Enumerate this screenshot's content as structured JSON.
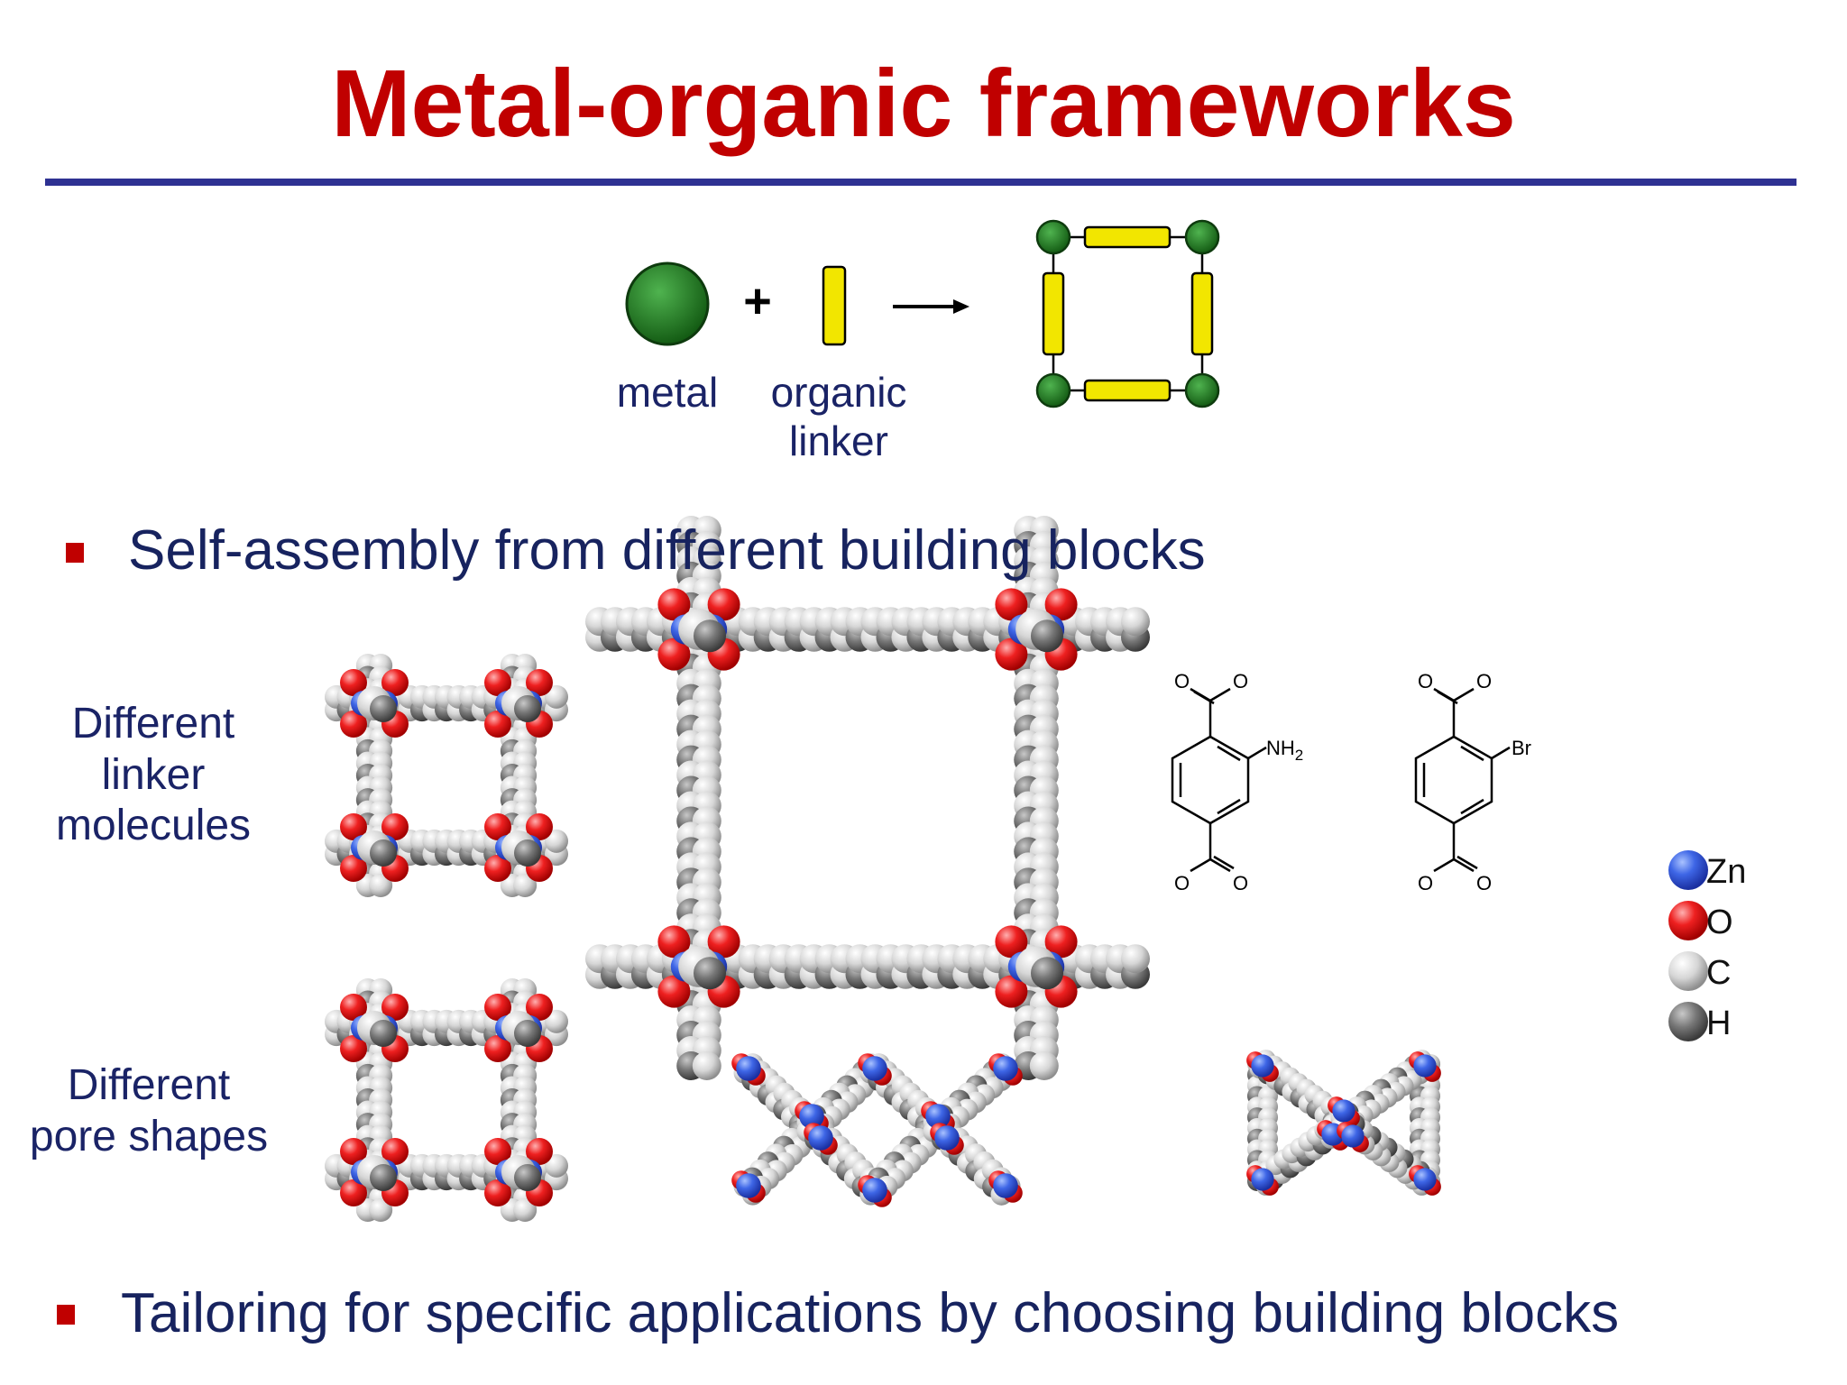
{
  "slide": {
    "title": "Metal-organic frameworks"
  },
  "scheme": {
    "metal_label": "metal",
    "linker_label_line1": "organic",
    "linker_label_line2": "linker",
    "plus": "+",
    "arrow": "→"
  },
  "bullets": [
    {
      "text": "Self-assembly from different building blocks"
    },
    {
      "text": "Tailoring for specific applications by choosing building blocks"
    }
  ],
  "rows": {
    "linker_label": [
      "Different",
      "linker",
      "molecules"
    ],
    "pore_label": [
      "Different",
      "pore shapes"
    ]
  },
  "chemistry": {
    "o_label": "O",
    "nh2_label": "NH",
    "nh2_sub": "2",
    "br_label": "Br"
  },
  "legend": {
    "items": [
      {
        "label": "Zn",
        "color": "#2f56d8"
      },
      {
        "label": "O",
        "color": "#e21a1a"
      },
      {
        "label": "C",
        "color": "#cfcfcf"
      },
      {
        "label": "H",
        "color": "#6e6e6e"
      }
    ]
  },
  "colors": {
    "title": "#c00000",
    "rule": "#2e3192",
    "text": "#1a2366",
    "metal": "#1f7a1f",
    "linker": "#f2e600"
  }
}
